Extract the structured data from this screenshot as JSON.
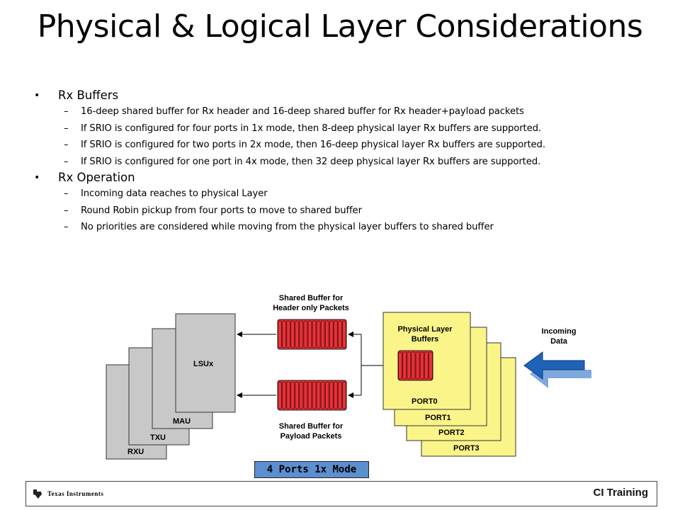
{
  "title": "Physical & Logical Layer Considerations",
  "bullets": [
    {
      "text": "Rx Buffers",
      "sub": [
        "16-deep shared buffer for Rx header and 16-deep shared buffer for Rx header+payload packets",
        "If SRIO is configured for four ports in 1x mode, then 8-deep physical layer Rx buffers are supported.",
        "If SRIO is configured for two ports in 2x mode, then 16-deep physical layer Rx buffers are supported.",
        "If SRIO is configured for one port in 4x mode, then 32 deep physical layer Rx buffers are supported."
      ]
    },
    {
      "text": "Rx Operation",
      "sub": [
        "Incoming data reaches to physical Layer",
        "Round Robin pickup from four ports to move to shared buffer",
        "No priorities are considered while moving from the physical layer buffers to shared buffer"
      ]
    }
  ],
  "diagram": {
    "units": [
      "RXU",
      "TXU",
      "MAU",
      "LSUx"
    ],
    "shared_header_label": [
      "Shared Buffer for",
      "Header only Packets"
    ],
    "shared_payload_label": [
      "Shared Buffer for",
      "Payload Packets"
    ],
    "physical_label": [
      "Physical Layer",
      "Buffers"
    ],
    "ports": [
      "PORT0",
      "PORT1",
      "PORT2",
      "PORT3"
    ],
    "incoming_label": [
      "Incoming",
      "Data"
    ],
    "mode_label": "4 Ports 1x Mode",
    "colors": {
      "unit_fill": "#c8c8c8",
      "buffer_fill": "#e8333a",
      "port_fill": "#fbf589",
      "arrow_blue": "#1e63b8",
      "arrow_light": "#7fa8dc",
      "mode_bg": "#5b8fcf"
    }
  },
  "footer": {
    "company": "Texas Instruments",
    "brand": "CI Training",
    "logo_icon": "texas-state-icon"
  }
}
